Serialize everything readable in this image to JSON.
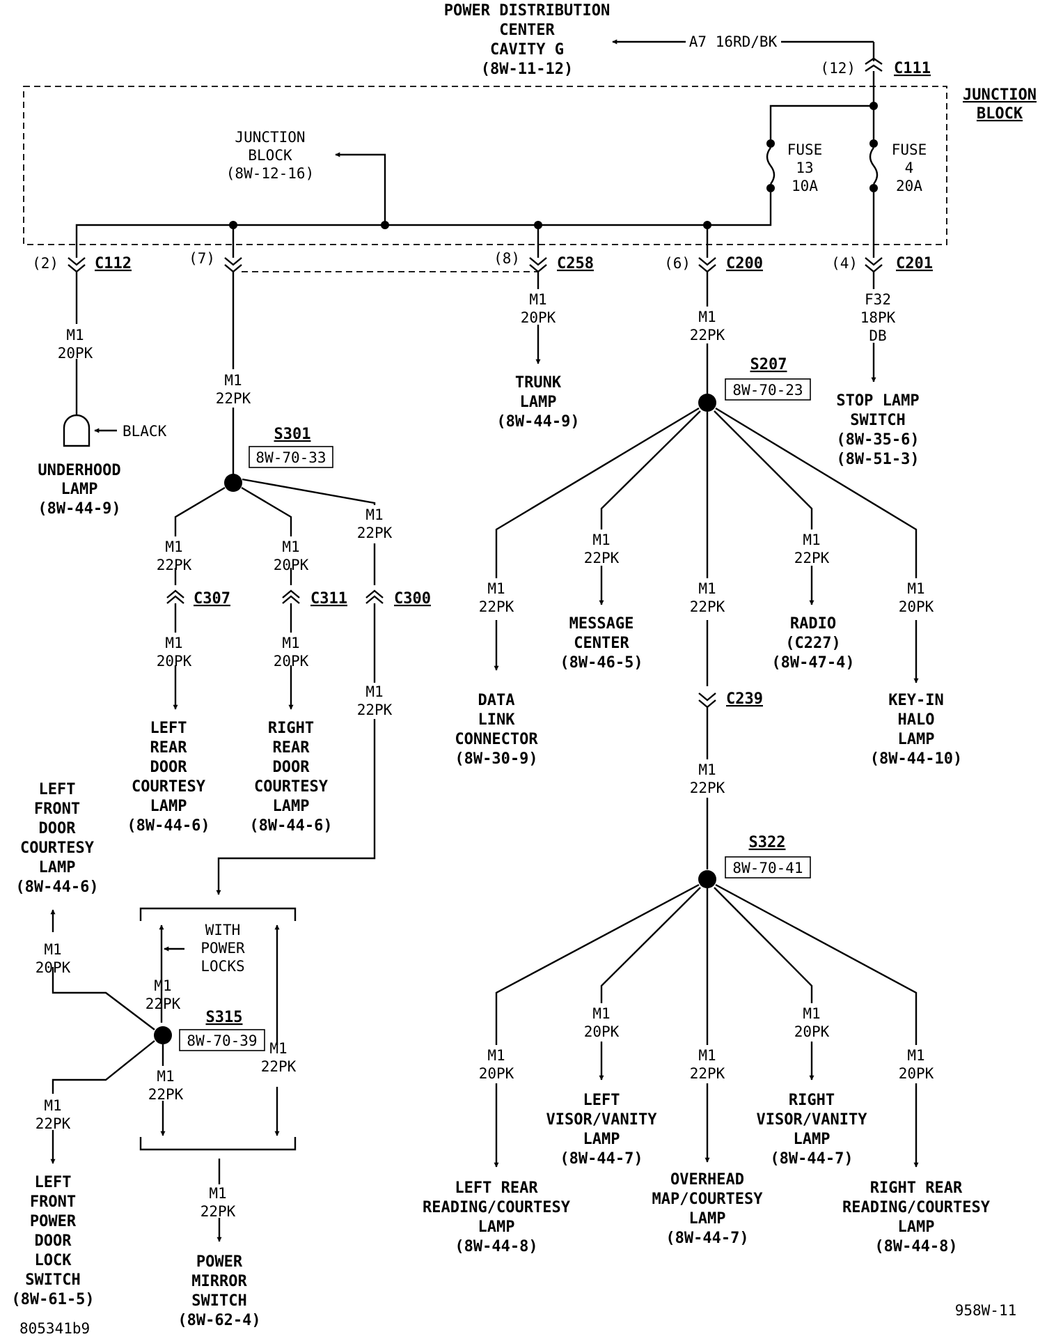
{
  "pdc": {
    "l1": "POWER DISTRIBUTION",
    "l2": "CENTER",
    "l3": "CAVITY G",
    "l4": "(8W-11-12)"
  },
  "feed_wire": "A7 16RD/BK",
  "junction_block": {
    "l1": "JUNCTION",
    "l2": "BLOCK"
  },
  "jb_ref": {
    "l1": "JUNCTION",
    "l2": "BLOCK",
    "l3": "(8W-12-16)"
  },
  "fuse13": {
    "l1": "FUSE",
    "l2": "13",
    "l3": "10A"
  },
  "fuse4": {
    "l1": "FUSE",
    "l2": "4",
    "l3": "20A"
  },
  "connectors": {
    "c111": {
      "pin": "(12)",
      "name": "C111"
    },
    "c112": {
      "pin": "(2)",
      "name": "C112"
    },
    "c7": {
      "pin": "(7)"
    },
    "c258": {
      "pin": "(8)",
      "name": "C258"
    },
    "c200": {
      "pin": "(6)",
      "name": "C200"
    },
    "c201": {
      "pin": "(4)",
      "name": "C201"
    },
    "c307": "C307",
    "c311": "C311",
    "c300": "C300",
    "c239": "C239"
  },
  "splices": {
    "s301": {
      "name": "S301",
      "ref": "8W-70-33"
    },
    "s207": {
      "name": "S207",
      "ref": "8W-70-23"
    },
    "s322": {
      "name": "S322",
      "ref": "8W-70-41"
    },
    "s315": {
      "name": "S315",
      "ref": "8W-70-39"
    }
  },
  "wires": {
    "m1": "M1",
    "w20pk": "20PK",
    "w22pk": "22PK",
    "f32": "F32",
    "w18pk": "18PK",
    "db": "DB"
  },
  "black": "BLACK",
  "with_power_locks": {
    "l1": "WITH",
    "l2": "POWER",
    "l3": "LOCKS"
  },
  "components": {
    "underhood": [
      "UNDERHOOD",
      "LAMP",
      "(8W-44-9)"
    ],
    "trunk": [
      "TRUNK",
      "LAMP",
      "(8W-44-9)"
    ],
    "stop_lamp": [
      "STOP LAMP",
      "SWITCH",
      "(8W-35-6)",
      "(8W-51-3)"
    ],
    "left_rear_door": [
      "LEFT",
      "REAR",
      "DOOR",
      "COURTESY",
      "LAMP",
      "(8W-44-6)"
    ],
    "right_rear_door": [
      "RIGHT",
      "REAR",
      "DOOR",
      "COURTESY",
      "LAMP",
      "(8W-44-6)"
    ],
    "left_front_door": [
      "LEFT",
      "FRONT",
      "DOOR",
      "COURTESY",
      "LAMP",
      "(8W-44-6)"
    ],
    "data_link": [
      "DATA",
      "LINK",
      "CONNECTOR",
      "(8W-30-9)"
    ],
    "message_center": [
      "MESSAGE",
      "CENTER",
      "(8W-46-5)"
    ],
    "radio": [
      "RADIO",
      "(C227)",
      "(8W-47-4)"
    ],
    "key_in": [
      "KEY-IN",
      "HALO",
      "LAMP",
      "(8W-44-10)"
    ],
    "left_front_lock": [
      "LEFT",
      "FRONT",
      "POWER",
      "DOOR",
      "LOCK",
      "SWITCH",
      "(8W-61-5)"
    ],
    "power_mirror": [
      "POWER",
      "MIRROR",
      "SWITCH",
      "(8W-62-4)"
    ],
    "left_visor": [
      "LEFT",
      "VISOR/VANITY",
      "LAMP",
      "(8W-44-7)"
    ],
    "right_visor": [
      "RIGHT",
      "VISOR/VANITY",
      "LAMP",
      "(8W-44-7)"
    ],
    "left_rear_reading": [
      "LEFT REAR",
      "READING/COURTESY",
      "LAMP",
      "(8W-44-8)"
    ],
    "overhead": [
      "OVERHEAD",
      "MAP/COURTESY",
      "LAMP",
      "(8W-44-7)"
    ],
    "right_rear_reading": [
      "RIGHT REAR",
      "READING/COURTESY",
      "LAMP",
      "(8W-44-8)"
    ]
  },
  "page_ref": "958W-11",
  "figure_id": "805341b9"
}
